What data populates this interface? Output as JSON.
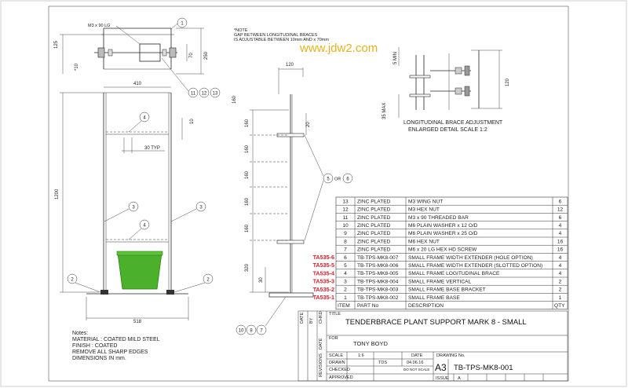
{
  "watermark": "www.jdw2.com",
  "note": {
    "lines": [
      "*NOTE",
      "GAP BETWEEN LONGITUDINAL BRACES",
      "IS ADJUSTABLE BETWEEN 10mm AND x 70mm"
    ]
  },
  "detail": {
    "title": "LONGITUDINAL BRACE ADJUSTMENT",
    "subtitle": "ENLARGED DETAIL SCALE 1:2",
    "dims": {
      "d5max": "5 MIN",
      "d120": "120",
      "d35max": "35 MAX"
    }
  },
  "front_view": {
    "dims": {
      "top125": "125",
      "top250": "250",
      "top70": "70",
      "top10": "*10",
      "width410": "410",
      "height1200": "1200",
      "side10": "10",
      "typ30": "30 TYP",
      "base518": "518"
    },
    "callouts": {
      "c1": "1",
      "c2a": "2",
      "c2b": "2",
      "c3a": "3",
      "c3b": "3",
      "c4a": "4",
      "c4b": "4",
      "c11": "11",
      "c12": "12",
      "c13": "13"
    },
    "bolt_label": "M3 x 90 LG"
  },
  "side_view": {
    "dims": {
      "w120": "120",
      "d20": "20",
      "d160a": "160",
      "d160b": "160",
      "d160c": "160",
      "d160d": "160",
      "d160e": "160",
      "d160f": "160",
      "d320": "320",
      "d30": "30"
    },
    "callouts": {
      "c5": "5",
      "or": "OR",
      "c6": "6",
      "c10": "10",
      "c8": "8",
      "c7": "7"
    }
  },
  "notes": {
    "lines": [
      "Notes:",
      "MATERIAL : COATED MILD STEEL",
      "FINISH : COATED",
      "REMOVE ALL SHARP EDGES",
      "DIMENSIONS IN mm."
    ]
  },
  "bom": {
    "rows": [
      {
        "item": "13",
        "part": "ZINC PLATED",
        "desc": "M3 WING NUT",
        "qty": "6"
      },
      {
        "item": "12",
        "part": "ZINC PLATED",
        "desc": "M3 HEX NUT",
        "qty": "12"
      },
      {
        "item": "11",
        "part": "ZINC PLATED",
        "desc": "M3 x 90 THREADED BAR",
        "qty": "6"
      },
      {
        "item": "10",
        "part": "ZINC PLATED",
        "desc": "M6 PLAIN WASHER x 12 O/D",
        "qty": "4"
      },
      {
        "item": "9",
        "part": "ZINC PLATED",
        "desc": "M6 PLAIN WASHER x 25 O/D",
        "qty": "4"
      },
      {
        "item": "8",
        "part": "ZINC PLATED",
        "desc": "M6 HEX NUT",
        "qty": "16"
      },
      {
        "item": "7",
        "part": "ZINC PLATED",
        "desc": "M6 x 20 LG HEX HD SCREW",
        "qty": "16"
      },
      {
        "item": "6",
        "part": "TB-TPS-MK8-007",
        "desc": "SMALL FRAME WIDTH EXTENDER (HOLE OPTION)",
        "qty": "4"
      },
      {
        "item": "5",
        "part": "TB-TPS-MK8-006",
        "desc": "SMALL FRAME WIDTH EXTENDER (SLOTTED OPTION)",
        "qty": "4"
      },
      {
        "item": "4",
        "part": "TB-TPS-MK8-005",
        "desc": "SMALL FRAME LOGITUDINAL BRACE",
        "qty": "4"
      },
      {
        "item": "3",
        "part": "TB-TPS-MK8-004",
        "desc": "SMALL FRAME VERTICAL",
        "qty": "2"
      },
      {
        "item": "2",
        "part": "TB-TPS-MK8-003",
        "desc": "SMALL FRAME BASE BRACKET",
        "qty": "2"
      },
      {
        "item": "1",
        "part": "TB-TPS-MK8-002",
        "desc": "SMALL FRAME BASE",
        "qty": "1"
      }
    ],
    "header": {
      "item": "ITEM",
      "part": "PART No",
      "desc": "DESCRIPTION",
      "qty": "QTY"
    },
    "refs": [
      "TA535-6",
      "TA535-5",
      "TA535-4",
      "TA535-3",
      "TA535-2",
      "TA535-1"
    ]
  },
  "title_block": {
    "title_label": "TITLE",
    "title": "TENDERBRACE PLANT SUPPORT MARK 8 - SMALL",
    "for_label": "FOR",
    "for": "TONY BOYD",
    "side_labels": {
      "chkd": "CHKD",
      "by": "BY",
      "date": "DATE",
      "revisions": "REVISIONS"
    },
    "scale_label": "SCALE",
    "scale": "1:6",
    "date_label": "DATE",
    "date": "04.06.16",
    "drawing_no_label": "DRAWING No.",
    "drawn_label": "DRAWN",
    "drawn": "TDS",
    "do_not_scale": "DO NOT SCALE",
    "checked_label": "CHECKED",
    "approved_label": "APPROVED",
    "sheet_size": "A3",
    "drawing_no": "TB-TPS-MK8-001",
    "issue_label": "ISSUE",
    "issue": "A"
  },
  "colors": {
    "pot": "#4bb02a",
    "pot_dark": "#2f7f19",
    "ref_red": "#d2202a"
  }
}
